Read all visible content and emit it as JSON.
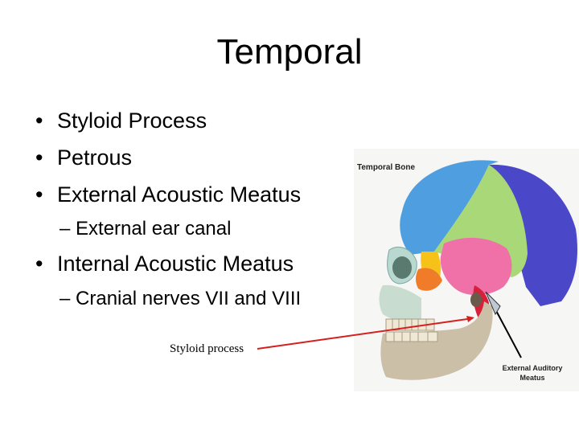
{
  "slide": {
    "title": "Temporal",
    "bullets": [
      "Styloid Process",
      "Petrous",
      "External Acoustic Meatus"
    ],
    "sub1": "– External ear canal",
    "bullet4": "Internal Acoustic Meatus",
    "sub2": "– Cranial nerves VII and VIII",
    "caption": "Styloid process"
  },
  "figure": {
    "header": "Temporal Bone",
    "label_line1": "External Auditory",
    "label_line2": "Meatus"
  },
  "colors": {
    "leader_line": "#d42020",
    "parietal": "#4f9fe0",
    "occipital": "#4a48c8",
    "frontal_green": "#a8d878",
    "temporal_pink": "#f070a8",
    "sphenoid_yellow": "#f6c21a",
    "zygomatic_orange": "#f07c2a",
    "mandible": "#ccbfa8",
    "maxilla": "#b8d8d0"
  }
}
